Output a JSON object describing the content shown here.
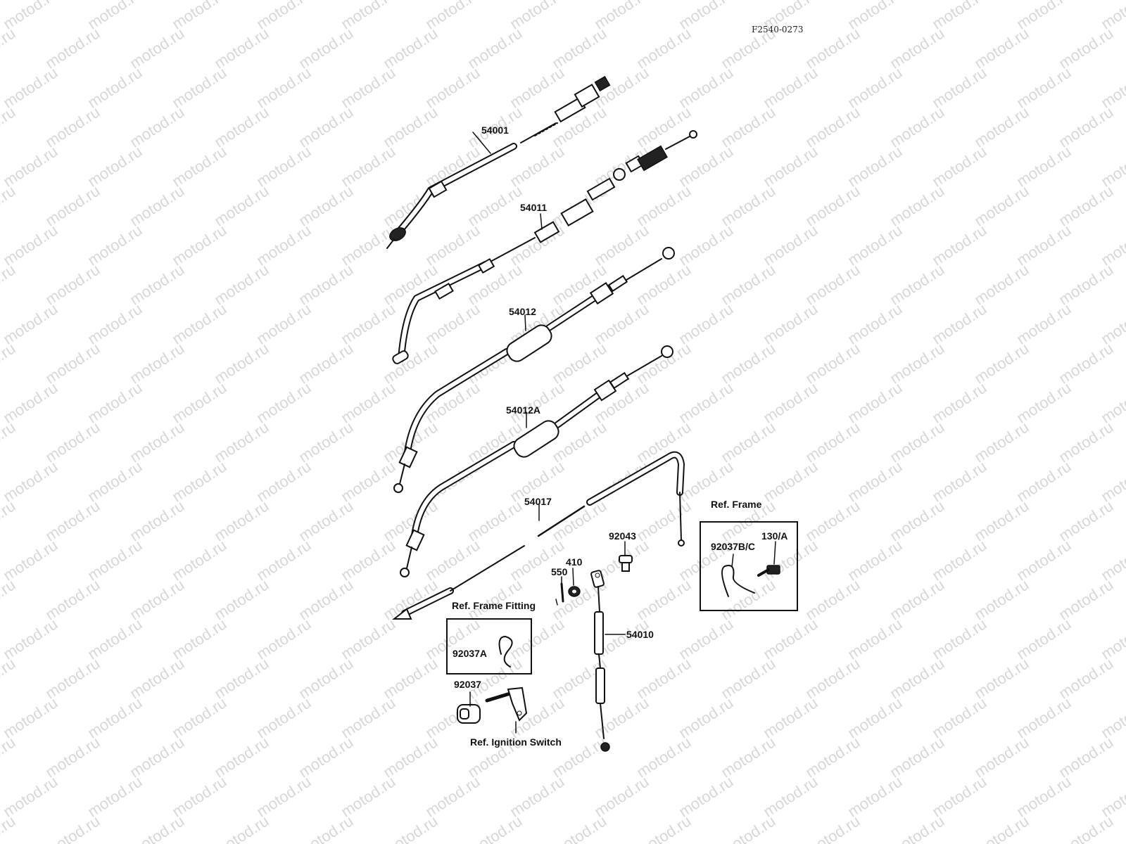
{
  "drawing_code": "F2540-0273",
  "parts": {
    "p54001": "54001",
    "p54011": "54011",
    "p54012": "54012",
    "p54012A": "54012A",
    "p54017": "54017",
    "p92043": "92043",
    "p410": "410",
    "p550": "550",
    "p54010": "54010",
    "p92037A": "92037A",
    "p92037": "92037",
    "p92037BC": "92037B/C",
    "p130A": "130/A"
  },
  "refs": {
    "frame": "Ref. Frame",
    "frame_fitting": "Ref. Frame Fitting",
    "ignition_switch": "Ref. Ignition Switch"
  },
  "watermark": "motod.ru"
}
